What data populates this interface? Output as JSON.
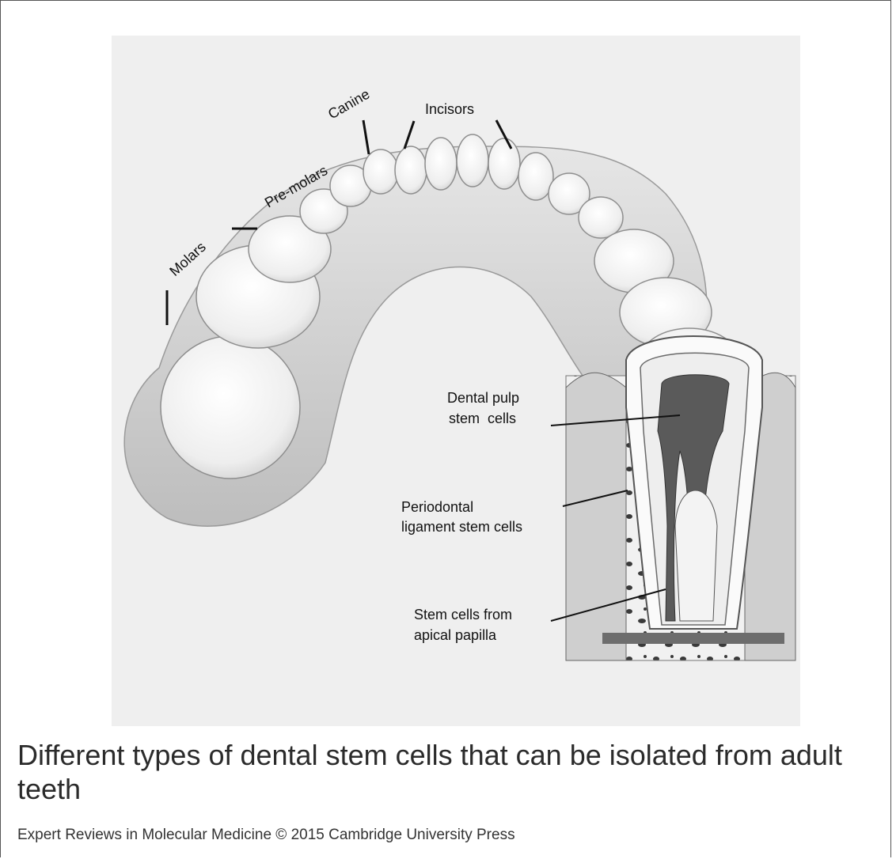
{
  "figure": {
    "labels": {
      "canine": "Canine",
      "incisors": "Incisors",
      "premolars": "Pre-molars",
      "molars": "Molars",
      "pulp_line1": "Dental pulp",
      "pulp_line2": "stem  cells",
      "pdl_line1": "Periodontal",
      "pdl_line2": "ligament stem cells",
      "apical_line1": "Stem cells from",
      "apical_line2": "apical papilla"
    },
    "caption": "Different types of dental stem cells that can be isolated from adult teeth",
    "credit": "Expert Reviews in Molecular Medicine © 2015 Cambridge University Press"
  },
  "colors": {
    "panel_background": "#efefef",
    "tooth_fill": "#f7f7f7",
    "gum_fill": "#d6d6d6",
    "bone_fill": "#e9e9e9",
    "pulp_fill": "#5a5a5a"
  }
}
